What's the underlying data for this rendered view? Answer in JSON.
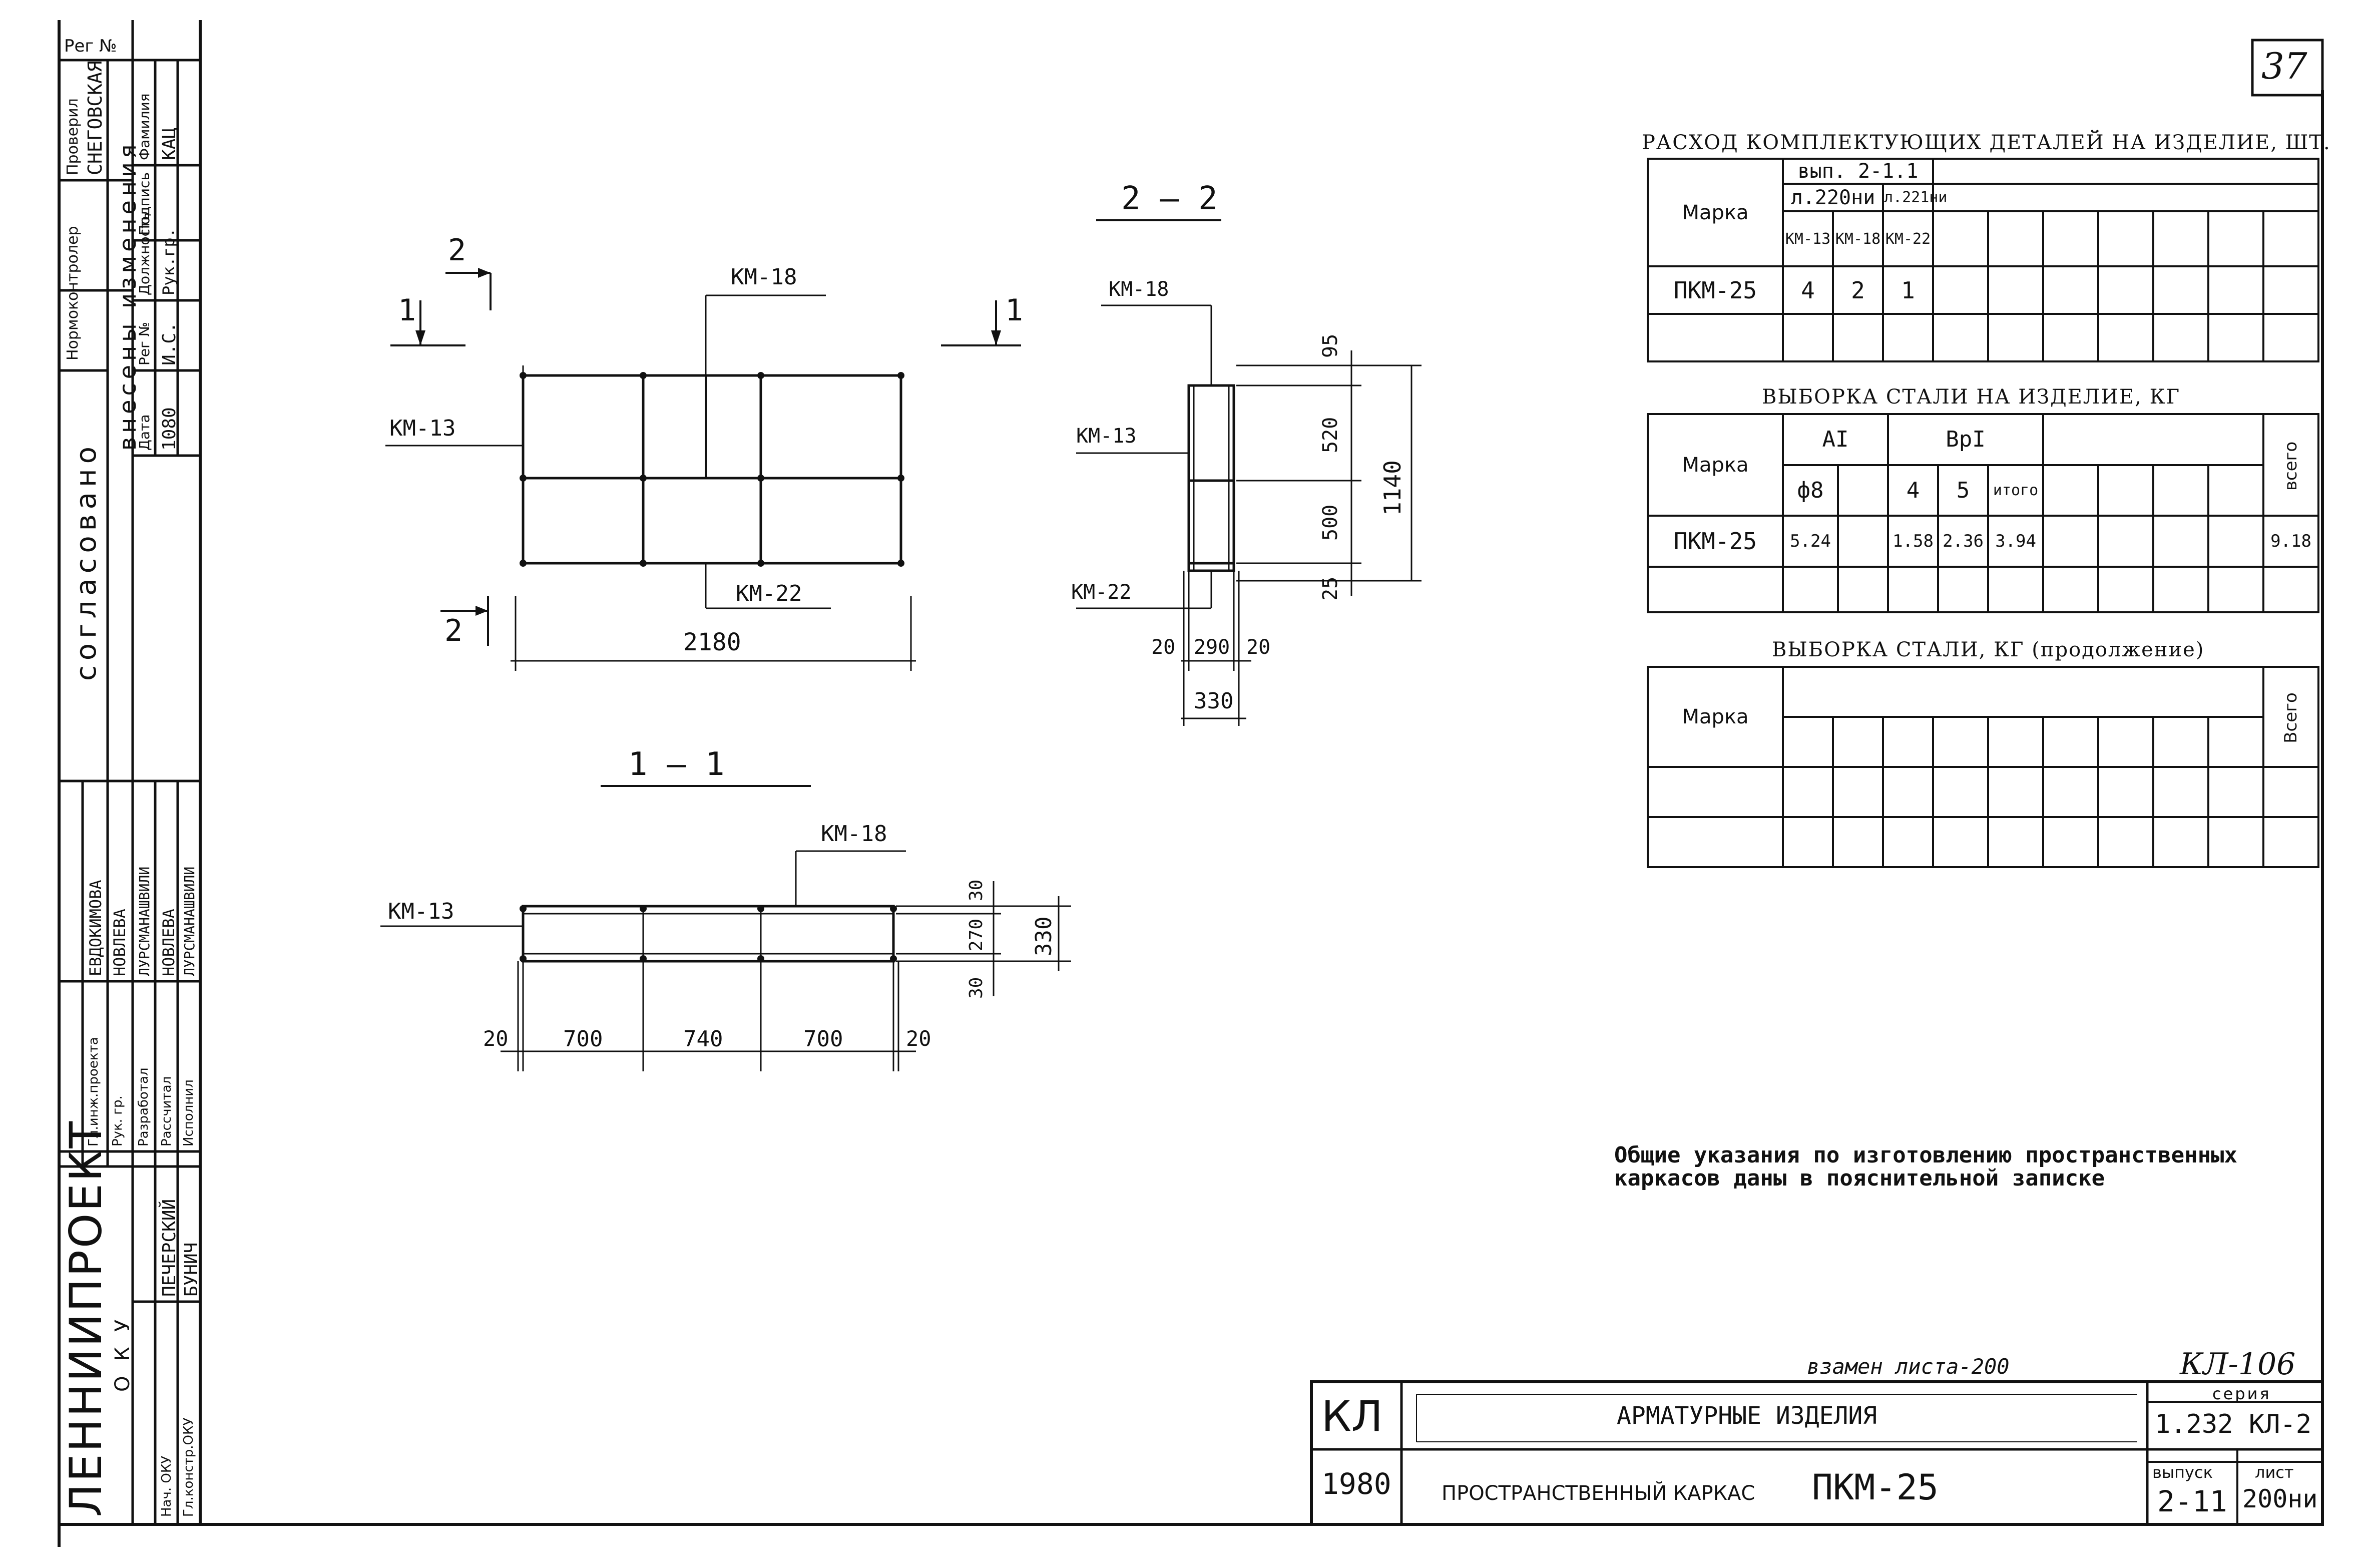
{
  "sheet_number": "37",
  "side_stamp": {
    "reg_no_label": "Рег №",
    "approved_title": "согласовано",
    "approved_rows": [
      {
        "role": "Проверил",
        "name": "СНЕГОВСКАЯ"
      },
      {
        "role": "Нормоконтролер",
        "name": ""
      }
    ],
    "changes_title": "внесены изменения",
    "changes_headers": [
      "Дата",
      "Рег №",
      "Должность",
      "Подпись",
      "Фамилия"
    ],
    "changes_row": [
      "1080",
      "И.С.",
      "Рук.гр.",
      "",
      "КАЦ"
    ],
    "org": "ЛЕННИИПРОЕКТ",
    "dept": "ОКУ",
    "people": [
      {
        "role": "Гл.инж.проекта",
        "name": "ЕВДОКИМОВА"
      },
      {
        "role": "Рук. гр.",
        "name": "НОВЛЕВА"
      },
      {
        "role": "Разработал",
        "name": "ЛУРСМАНАШВИЛИ"
      },
      {
        "role": "Рассчитал",
        "name": "НОВЛЕВА"
      },
      {
        "role": "Исполнил",
        "name": "ЛУРСМАНАШВИЛИ"
      },
      {
        "role": "Нач. ОКУ",
        "name": "ПЕЧЕРСКИЙ"
      },
      {
        "role": "Гл.констр.ОКУ",
        "name": "БУНИЧ"
      }
    ]
  },
  "plan_view": {
    "section_marks": [
      "2",
      "2",
      "1",
      "1"
    ],
    "labels": [
      "КМ-18",
      "КМ-13",
      "КМ-22"
    ],
    "overall_dim": "2180"
  },
  "section_2_2": {
    "title": "2 — 2",
    "labels": [
      "КМ-18",
      "КМ-13",
      "КМ-22"
    ],
    "dims_right": [
      "95",
      "520",
      "500",
      "25"
    ],
    "dim_total": "1140",
    "dims_bottom": [
      "20",
      "290",
      "20"
    ],
    "dim_width": "330"
  },
  "section_1_1": {
    "title": "1 — 1",
    "labels": [
      "КМ-18",
      "КМ-13"
    ],
    "dims_right": [
      "30",
      "270",
      "30"
    ],
    "dim_total": "330",
    "dims_bottom": [
      "20",
      "700",
      "740",
      "700",
      "20"
    ]
  },
  "table_parts": {
    "title": "РАСХОД КОМПЛЕКТУЮЩИХ ДЕТАЛЕЙ НА ИЗДЕЛИЕ,  ШТ.",
    "marka_header": "Марка",
    "issue": "вып. 2-1.1",
    "sheets": [
      "л.220ни",
      "л.221ни"
    ],
    "cols": [
      "КМ-13",
      "КМ-18",
      "КМ-22"
    ],
    "row": {
      "mark": "ПКМ-25",
      "values": [
        "4",
        "2",
        "1"
      ]
    }
  },
  "table_steel": {
    "title": "ВЫБОРКА СТАЛИ НА ИЗДЕЛИЕ, КГ",
    "marka_header": "Марка",
    "groups": [
      "AI",
      "BpI"
    ],
    "sub_headers": [
      "ф8",
      "",
      "4",
      "5",
      "итого"
    ],
    "total_header": "всего",
    "row": {
      "mark": "ПКМ-25",
      "values": [
        "5.24",
        "",
        "1.58",
        "2.36",
        "3.94"
      ],
      "total": "9.18"
    }
  },
  "table_steel_cont": {
    "title": "ВЫБОРКА СТАЛИ,  КГ (продолжение)",
    "marka_header": "Марка",
    "total_header": "Всего"
  },
  "note": "Общие указания по изготовлению пространственных каркасов даны в пояснительной записке",
  "replaces": "взамен листа-200",
  "handwritten_code": "КЛ-106",
  "title_block": {
    "code": "КЛ",
    "year": "1980",
    "title1": "АРМАТУРНЫЕ ИЗДЕЛИЯ",
    "title2_prefix": "ПРОСТРАНСТВЕННЫЙ КАРКАС",
    "title2_mark": "ПКМ-25",
    "series_label": "серия",
    "series_value": "1.232 КЛ-2",
    "issue_label": "выпуск",
    "issue_value": "2-11",
    "sheet_label": "лист",
    "sheet_value": "200ни"
  }
}
